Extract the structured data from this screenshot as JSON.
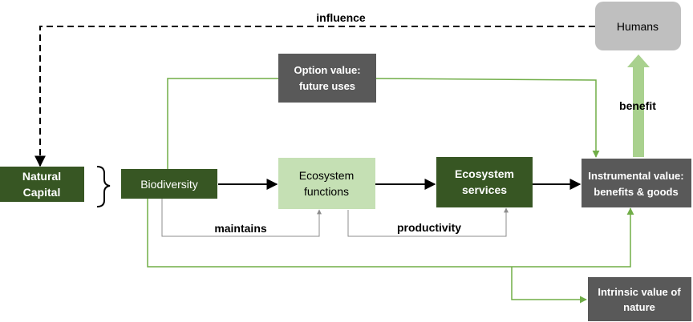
{
  "nodes": {
    "natural_capital": {
      "line1": "Natural",
      "line2": "Capital"
    },
    "biodiversity": {
      "label": "Biodiversity"
    },
    "ecosystem_functions": {
      "line1": "Ecosystem",
      "line2": "functions"
    },
    "ecosystem_services": {
      "line1": "Ecosystem",
      "line2": "services"
    },
    "instrumental_value": {
      "line1": "Instrumental value:",
      "line2": "benefits & goods"
    },
    "option_value": {
      "line1": "Option value:",
      "line2": "future uses"
    },
    "humans": {
      "label": "Humans"
    },
    "intrinsic_value": {
      "line1": "Intrinsic value of",
      "line2": "nature"
    }
  },
  "edge_labels": {
    "influence": "influence",
    "benefit": "benefit",
    "maintains": "maintains",
    "productivity": "productivity"
  },
  "colors": {
    "dark_green": "#375623",
    "light_green": "#c5e0b4",
    "grey": "#595959",
    "light_grey": "#bfbfbf",
    "arrow_green": "#70ad47",
    "benefit_arrow": "#a9d18e",
    "black": "#000000"
  }
}
